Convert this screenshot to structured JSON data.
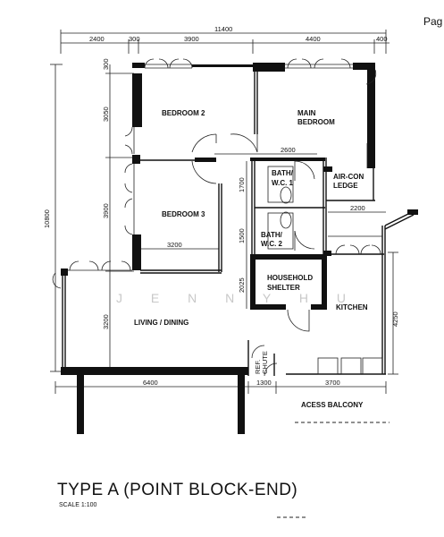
{
  "page_label": "Pag",
  "title": "TYPE A (POINT BLOCK-END)",
  "scale": "SCALE  1:100",
  "watermark": "J E N N Y  H U",
  "rooms": {
    "bedroom2": "BEDROOM 2",
    "main_bedroom_line1": "MAIN",
    "main_bedroom_line2": "BEDROOM",
    "bedroom3": "BEDROOM 3",
    "bath1_line1": "BATH/",
    "bath1_line2": "W.C. 1",
    "bath2_line1": "BATH/",
    "bath2_line2": "W.C. 2",
    "aircon_line1": "AIR-CON",
    "aircon_line2": "LEDGE",
    "shelter_line1": "HOUSEHOLD",
    "shelter_line2": "SHELTER",
    "kitchen": "KITCHEN",
    "living": "LIVING / DINING",
    "refuse_line1": "REF.",
    "refuse_line2": "CHUTE",
    "balcony": "ACESS BALCONY"
  },
  "dimensions": {
    "overall_width": "11400",
    "top_2400": "2400",
    "top_300": "300",
    "top_3900": "3900",
    "top_4400": "4400",
    "top_400": "400",
    "left_10800": "10800",
    "left_3050": "3050",
    "left_3900": "3900",
    "left_3200": "3200",
    "left_300": "300",
    "inner_2600": "2600",
    "inner_3200": "3200",
    "inner_2200": "2200",
    "inner_1700": "1700",
    "inner_1500": "1500",
    "inner_2025": "2025",
    "right_4250": "4250",
    "bottom_6400": "6400",
    "bottom_1300": "1300",
    "bottom_3700": "3700"
  }
}
